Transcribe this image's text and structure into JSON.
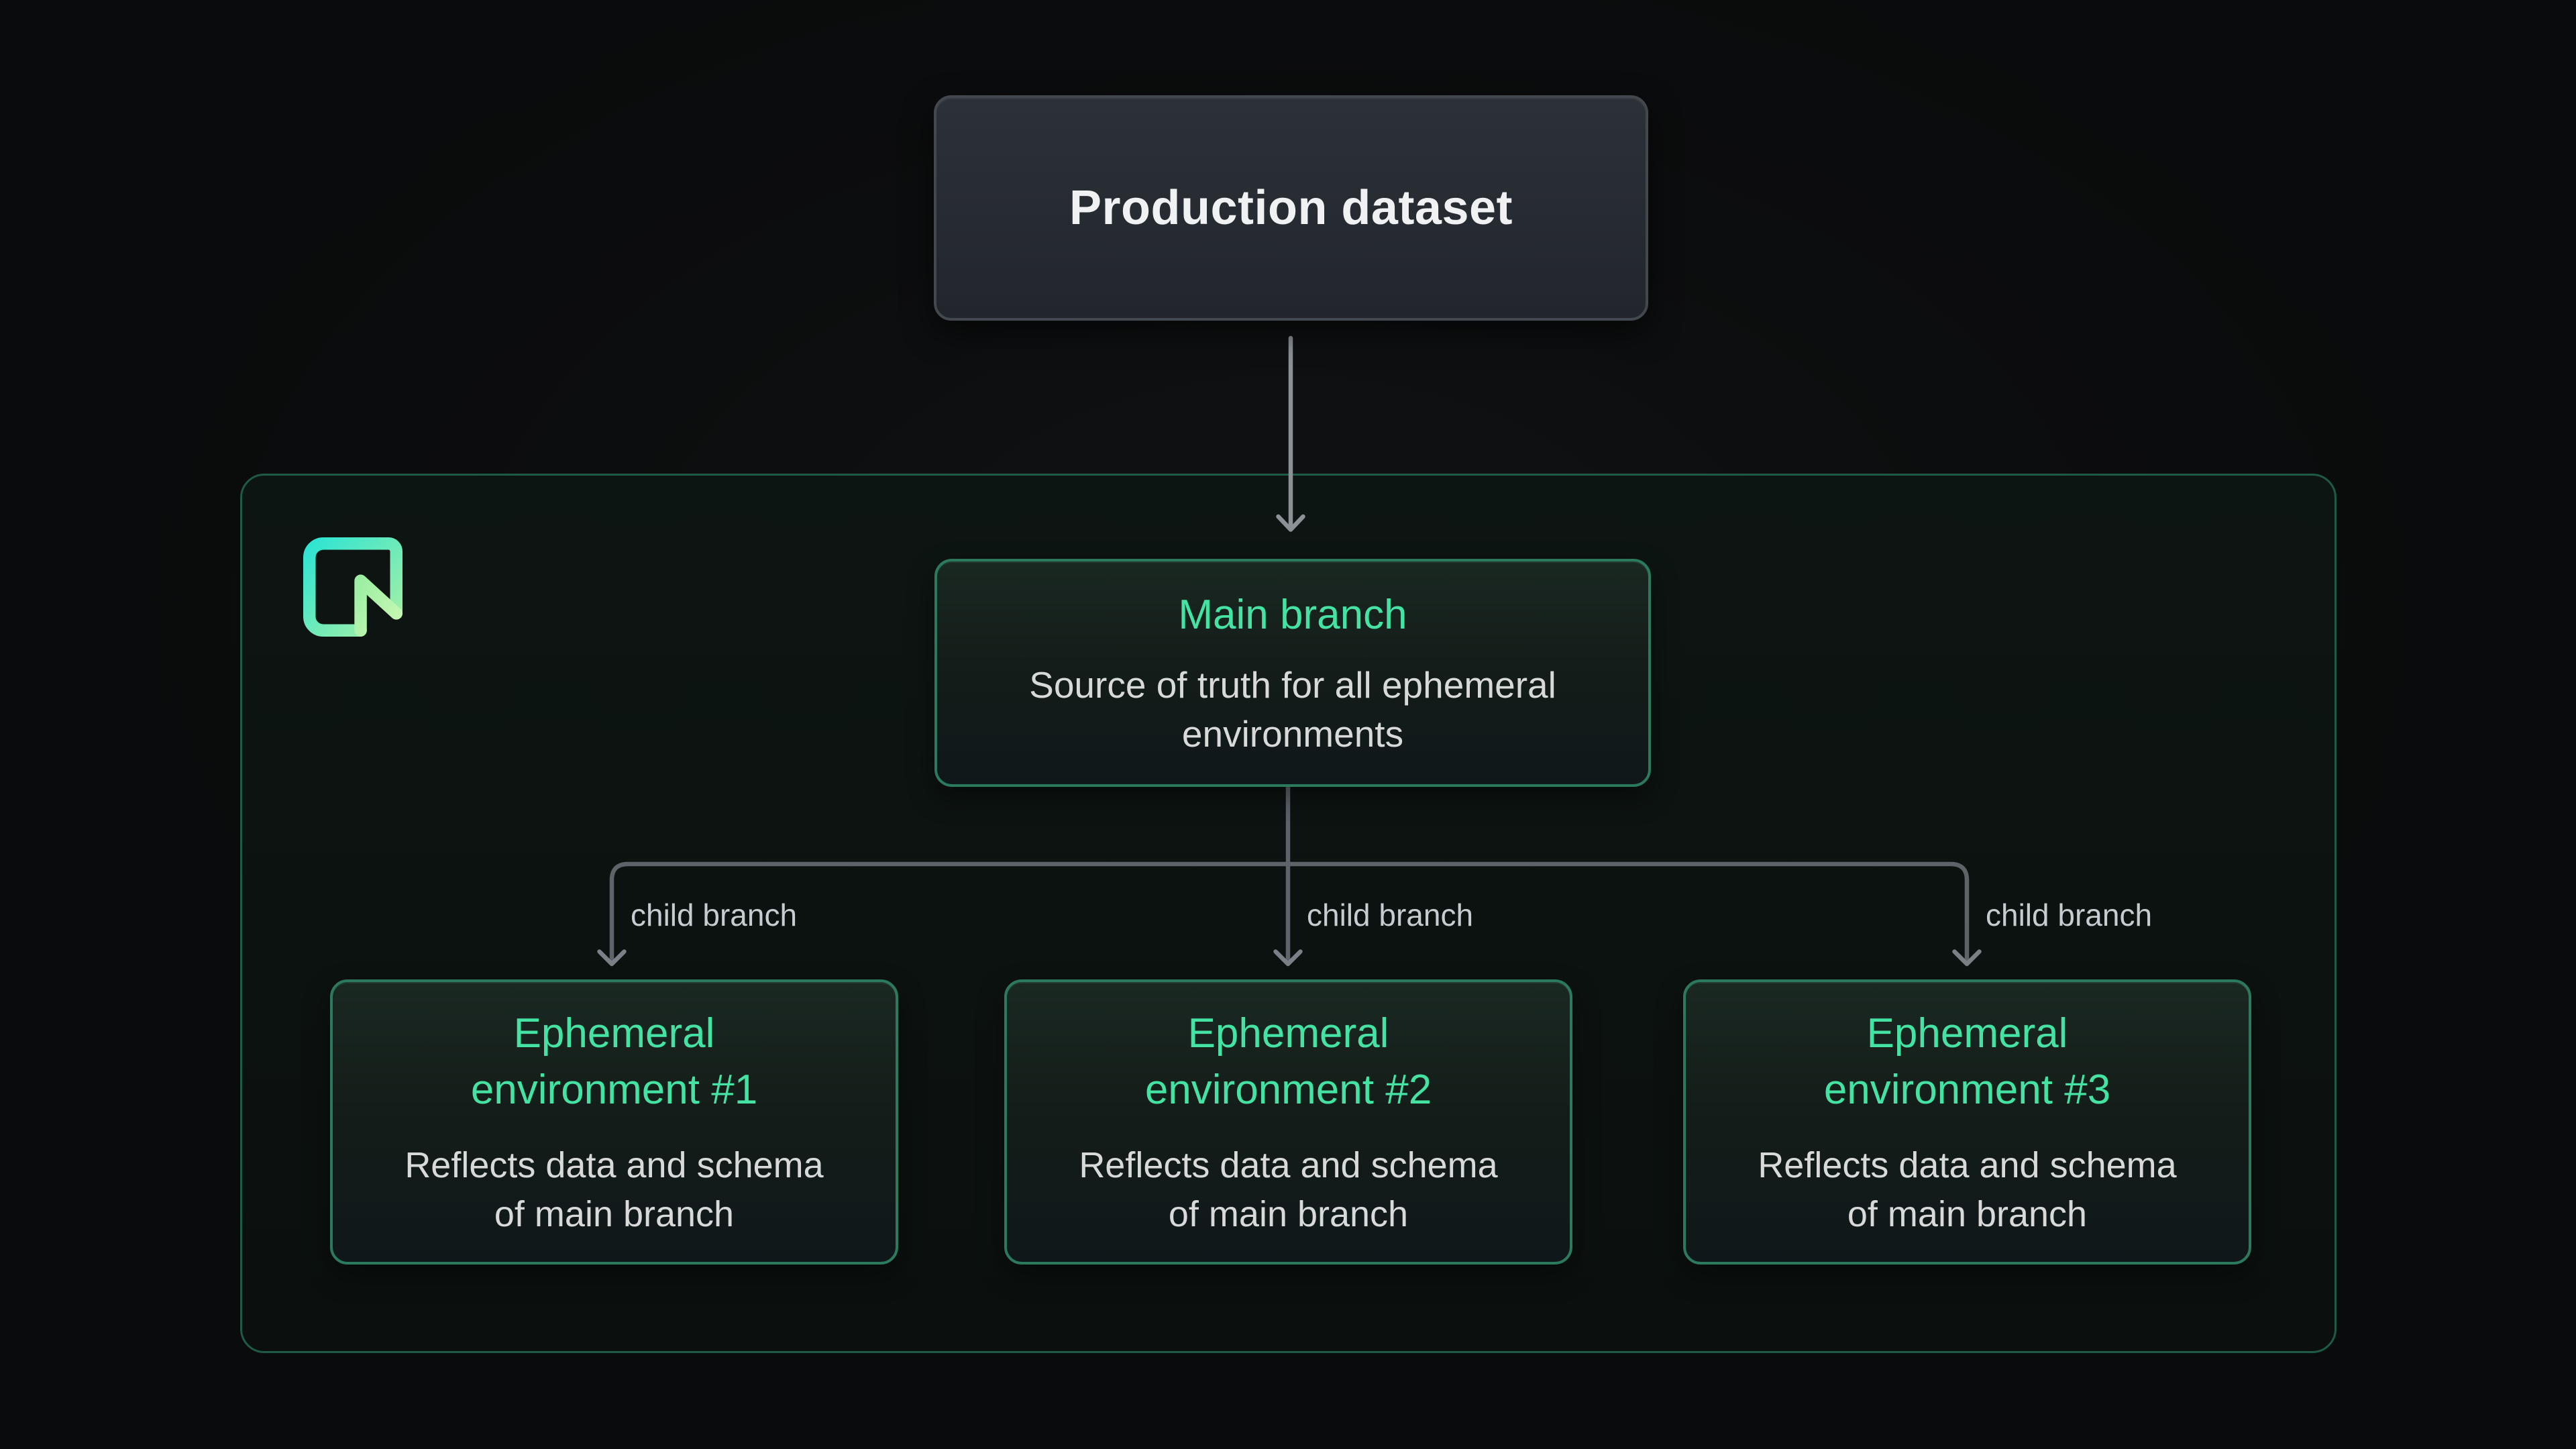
{
  "diagram": {
    "production": {
      "title": "Production dataset"
    },
    "main": {
      "title": "Main branch",
      "body": "Source of truth for all ephemeral environments"
    },
    "children": [
      {
        "title": "Ephemeral environment #1",
        "body": "Reflects data and schema of main branch"
      },
      {
        "title": "Ephemeral environment #2",
        "body": "Reflects data and schema of main branch"
      },
      {
        "title": "Ephemeral environment #3",
        "body": "Reflects data and schema of main branch"
      }
    ],
    "edge_labels": [
      "child branch",
      "child branch",
      "child branch"
    ]
  },
  "icons": {
    "logo": "neon-logo"
  },
  "colors": {
    "page-bg": "#0c0d0e",
    "accent-green": "#44e3a4",
    "body-text": "#d7dad8",
    "title-white": "#eff1f2",
    "label-gray": "#c7ccd1",
    "line-gray": "#5e6369",
    "arrow-gray": "#8b9197",
    "chev-gray": "#7a8086",
    "container-border": "#1d5b46",
    "box-border-green": "#2b7a5d",
    "box-bg-top": "#1a2822",
    "box-bg-bottom": "#10171a",
    "prod-border": "#43484f",
    "prod-bg-top": "#2c3138",
    "prod-bg-bottom": "#22262c",
    "logo-cyan": "#2ee4d2",
    "logo-green": "#a9f0a4",
    "logo-green-2": "#9cefa3",
    "logo-green-3": "#c9f7b3"
  }
}
